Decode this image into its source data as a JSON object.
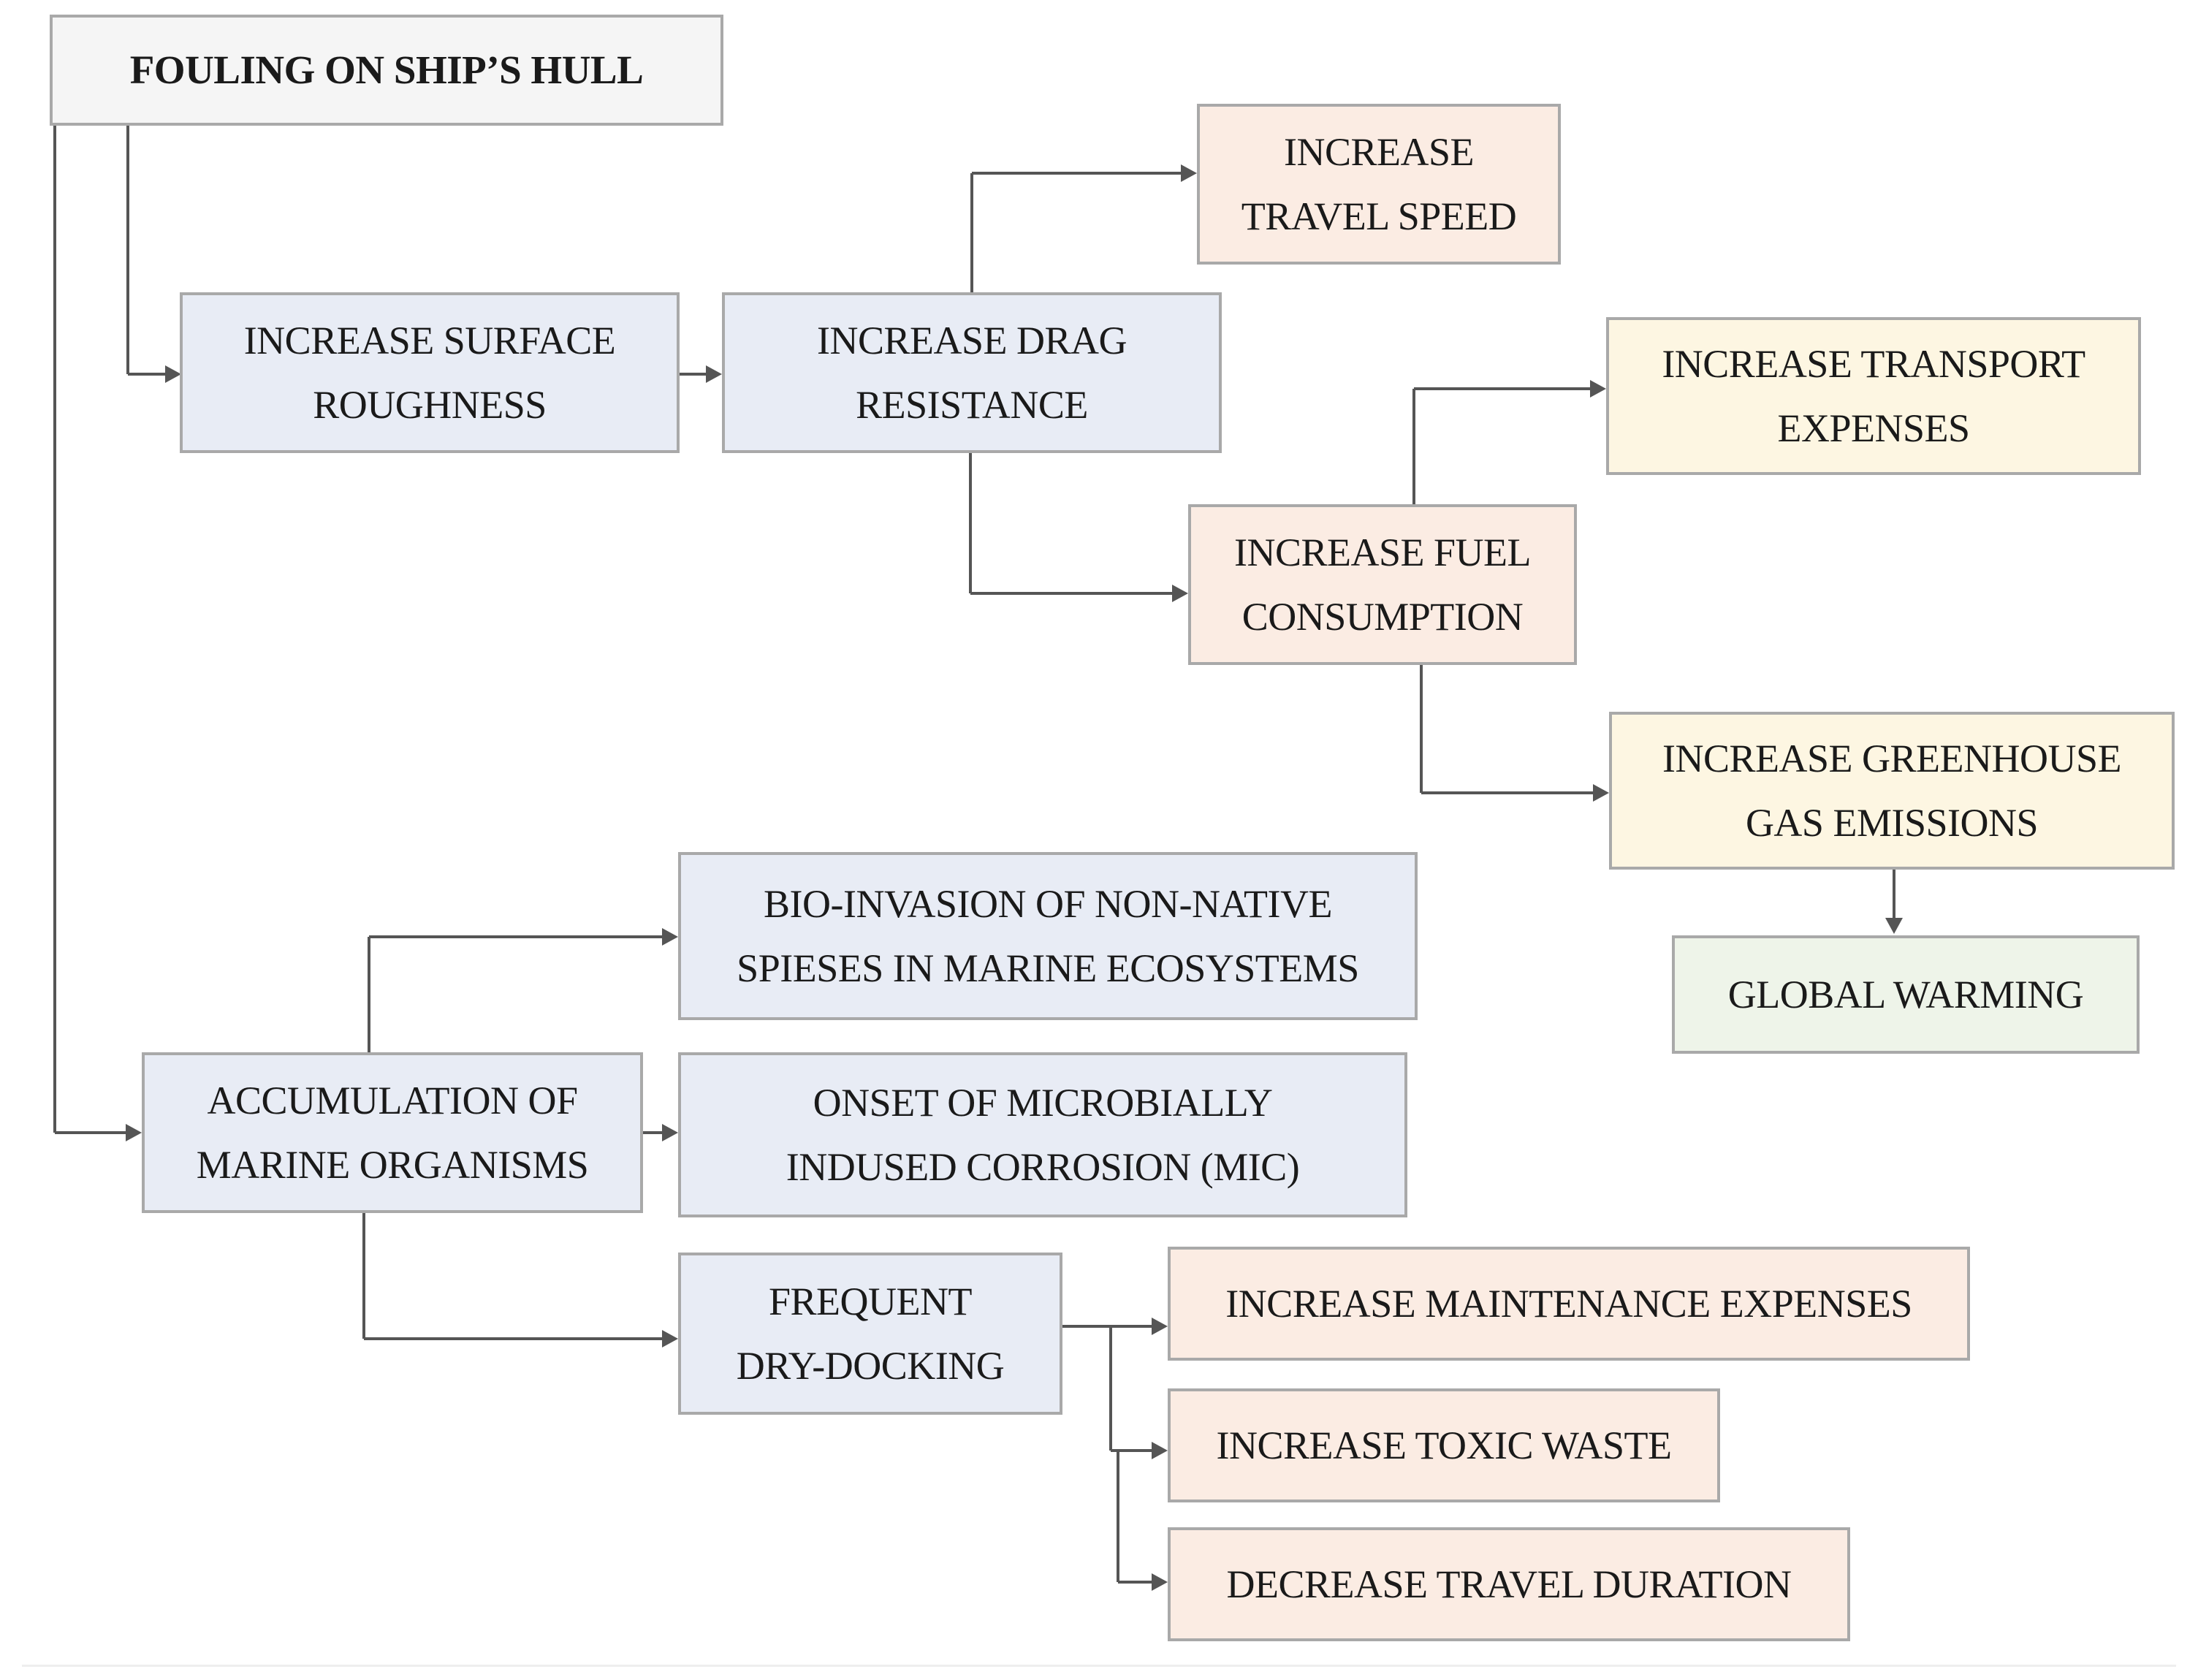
{
  "diagram": {
    "nodes": {
      "root": "FOULING ON SHIP’S HULL",
      "surface_roughness": "INCREASE SURFACE\nROUGHNESS",
      "drag_resistance": "INCREASE DRAG\nRESISTANCE",
      "travel_speed": "INCREASE\nTRAVEL SPEED",
      "fuel_consumption": "INCREASE FUEL\nCONSUMPTION",
      "transport_expenses": "INCREASE TRANSPORT\nEXPENSES",
      "greenhouse": "INCREASE GREENHOUSE\nGAS EMISSIONS",
      "global_warming": "GLOBAL WARMING",
      "bio_invasion": "BIO-INVASION OF NON-NATIVE\nSPIESES IN MARINE ECOSYSTEMS",
      "accumulation": "ACCUMULATION OF\nMARINE ORGANISMS",
      "mic": "ONSET OF MICROBIALLY\nINDUSED CORROSION (MIC)",
      "dry_docking": "FREQUENT\nDRY-DOCKING",
      "maintenance": "INCREASE MAINTENANCE EXPENSES",
      "toxic_waste": "INCREASE TOXIC WASTE",
      "travel_duration": "DECREASE TRAVEL DURATION"
    },
    "edges": [
      [
        "root",
        "surface_roughness"
      ],
      [
        "root",
        "accumulation"
      ],
      [
        "surface_roughness",
        "drag_resistance"
      ],
      [
        "drag_resistance",
        "travel_speed"
      ],
      [
        "drag_resistance",
        "fuel_consumption"
      ],
      [
        "fuel_consumption",
        "transport_expenses"
      ],
      [
        "fuel_consumption",
        "greenhouse"
      ],
      [
        "greenhouse",
        "global_warming"
      ],
      [
        "accumulation",
        "bio_invasion"
      ],
      [
        "accumulation",
        "mic"
      ],
      [
        "accumulation",
        "dry_docking"
      ],
      [
        "dry_docking",
        "maintenance"
      ],
      [
        "dry_docking",
        "toxic_waste"
      ],
      [
        "dry_docking",
        "travel_duration"
      ]
    ],
    "colors": {
      "blue_fill": "#e8ecf5",
      "orange_fill": "#fbece3",
      "yellow_fill": "#fdf6e2",
      "green_fill": "#eef4e9",
      "border": "#a9a9a9",
      "connector": "#555555"
    }
  }
}
